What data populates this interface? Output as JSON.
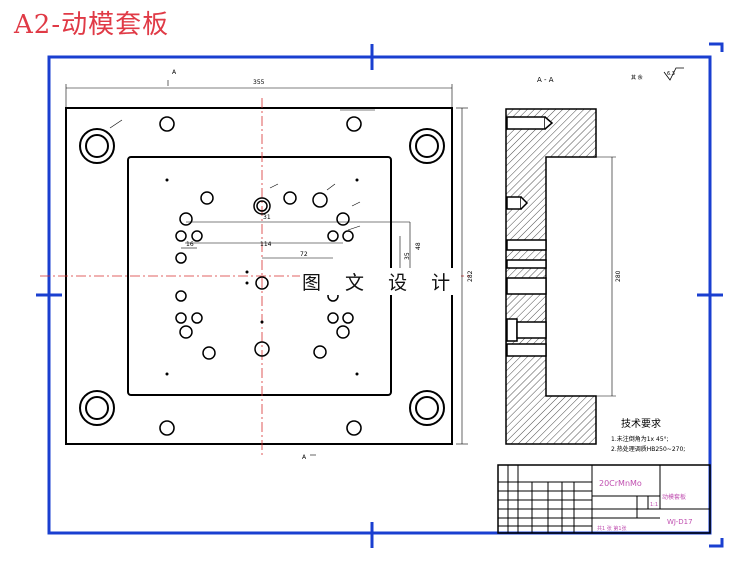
{
  "title": "A2-动模套板",
  "watermark": "图 文 设 计",
  "section": {
    "label": "A - A",
    "label_top_left": "A",
    "label_bottom": "A",
    "roughness": "其 余",
    "roughness_value": "6.3"
  },
  "dimensions": {
    "width": "355",
    "height_right": "282",
    "section_height": "280",
    "d114": "114",
    "d72": "72",
    "d16": "16",
    "d35": "35",
    "d48": "48",
    "d31": "31"
  },
  "notes": {
    "heading": "技术要求",
    "items": [
      "1.未注倒角为1x 45°;",
      "2.热处理调质HB250~270;"
    ]
  },
  "title_block": {
    "material": "20CrMnMo",
    "part_name": "动模套板",
    "drawing_no": "WJ-D17",
    "sheet": "共1 张 第1张",
    "scale": "1:1"
  },
  "colors": {
    "title": "#e03a46",
    "frame": "#1a3fd0",
    "center": "#d83030",
    "drawing": "#000000",
    "title_block_text": "#c04fb0"
  }
}
